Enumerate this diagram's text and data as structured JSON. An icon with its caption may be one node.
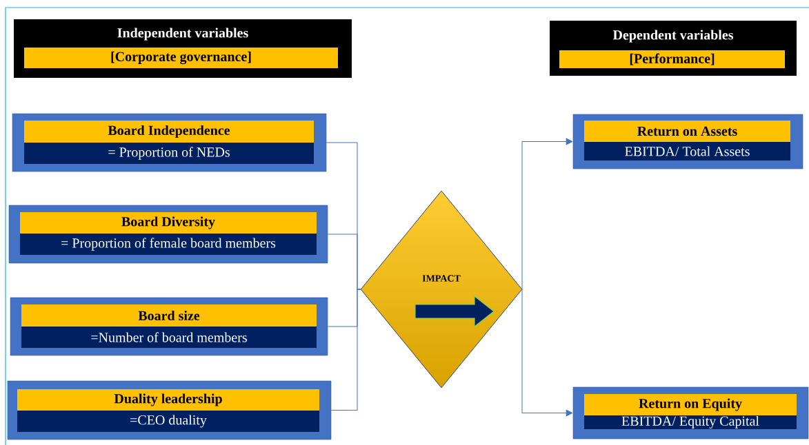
{
  "diagram": {
    "nodes": [
      {
        "text": [
          "Independent variables",
          "[Corporate governance]"
        ]
      },
      {
        "text": [
          "Dependent variables",
          "[Performance]"
        ]
      },
      {
        "text": [
          "Board Independence",
          "= Proportion of NEDs"
        ]
      },
      {
        "text": [
          "Board Diversity",
          "= Proportion of female board members"
        ]
      },
      {
        "text": [
          "Board size",
          "=Number of board members"
        ]
      },
      {
        "text": [
          "Duality leadership",
          "=CEO duality"
        ]
      },
      {
        "text": [
          "IMPACT"
        ]
      },
      {
        "text": [
          "Return on Assets",
          "EBITDA/ Total Assets"
        ]
      },
      {
        "text": [
          "Return on Equity",
          "EBITDA/ Equity Capital"
        ]
      }
    ],
    "edges": [
      {
        "from": 2,
        "to": 6,
        "arrow": "none"
      },
      {
        "from": 3,
        "to": 6,
        "arrow": "none"
      },
      {
        "from": 4,
        "to": 6,
        "arrow": "none"
      },
      {
        "from": 5,
        "to": 6,
        "arrow": "none"
      },
      {
        "from": 6,
        "to": 7,
        "arrow": "to"
      },
      {
        "from": 6,
        "to": 8,
        "arrow": "to"
      }
    ]
  }
}
